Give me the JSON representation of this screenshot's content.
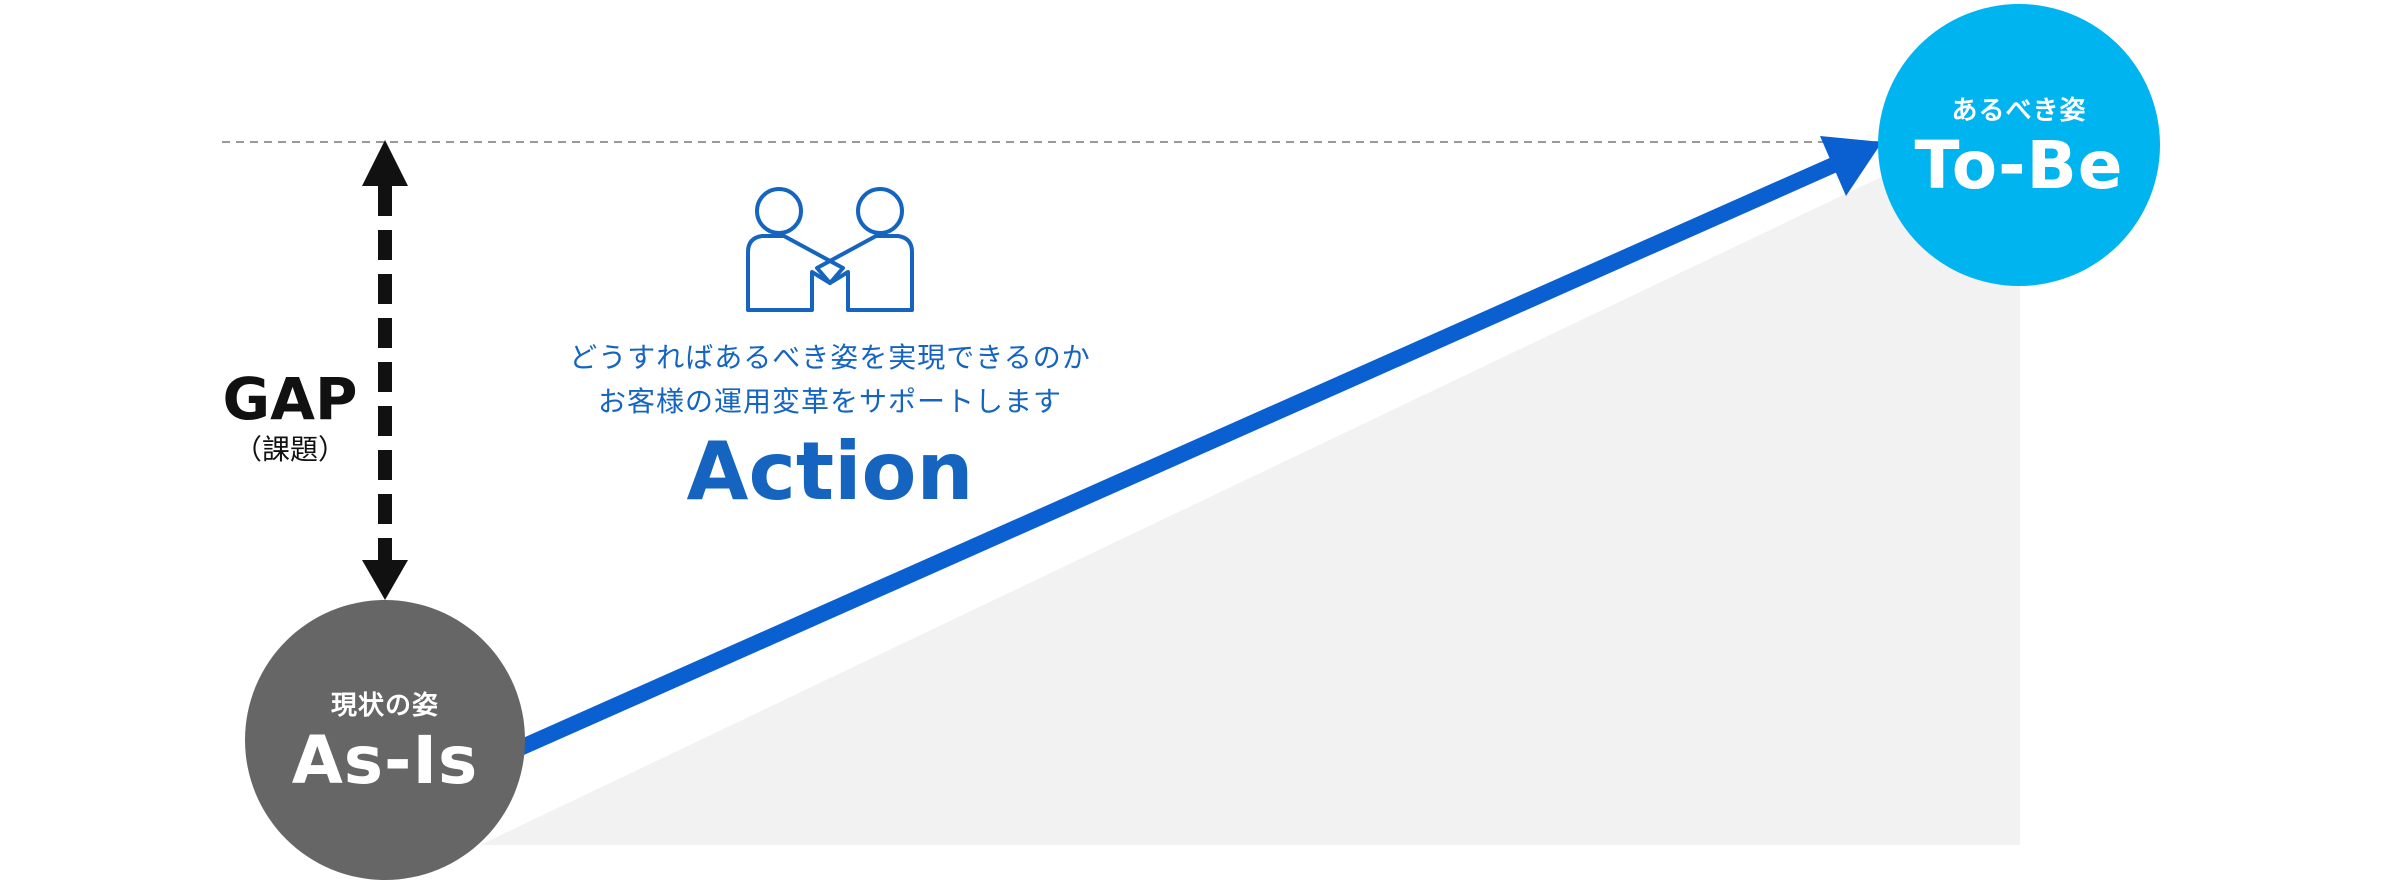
{
  "colors": {
    "as_is_fill": "#666666",
    "to_be_fill": "#00b4ef",
    "arrow": "#0a5fd1",
    "text_blue": "#1565c0",
    "shadow_area": "#f2f2f2",
    "gap_arrow": "#111111",
    "dashed_line": "#9a9a9a"
  },
  "as_is": {
    "subtitle": "現状の姿",
    "title": "As-Is"
  },
  "to_be": {
    "subtitle": "あるべき姿",
    "title": "To-Be"
  },
  "gap": {
    "title": "GAP",
    "subtitle": "（課題）"
  },
  "action": {
    "icon": "handshake-icon",
    "line1": "どうすればあるべき姿を実現できるのか",
    "line2": "お客様の運用変革をサポートします",
    "title": "Action"
  }
}
